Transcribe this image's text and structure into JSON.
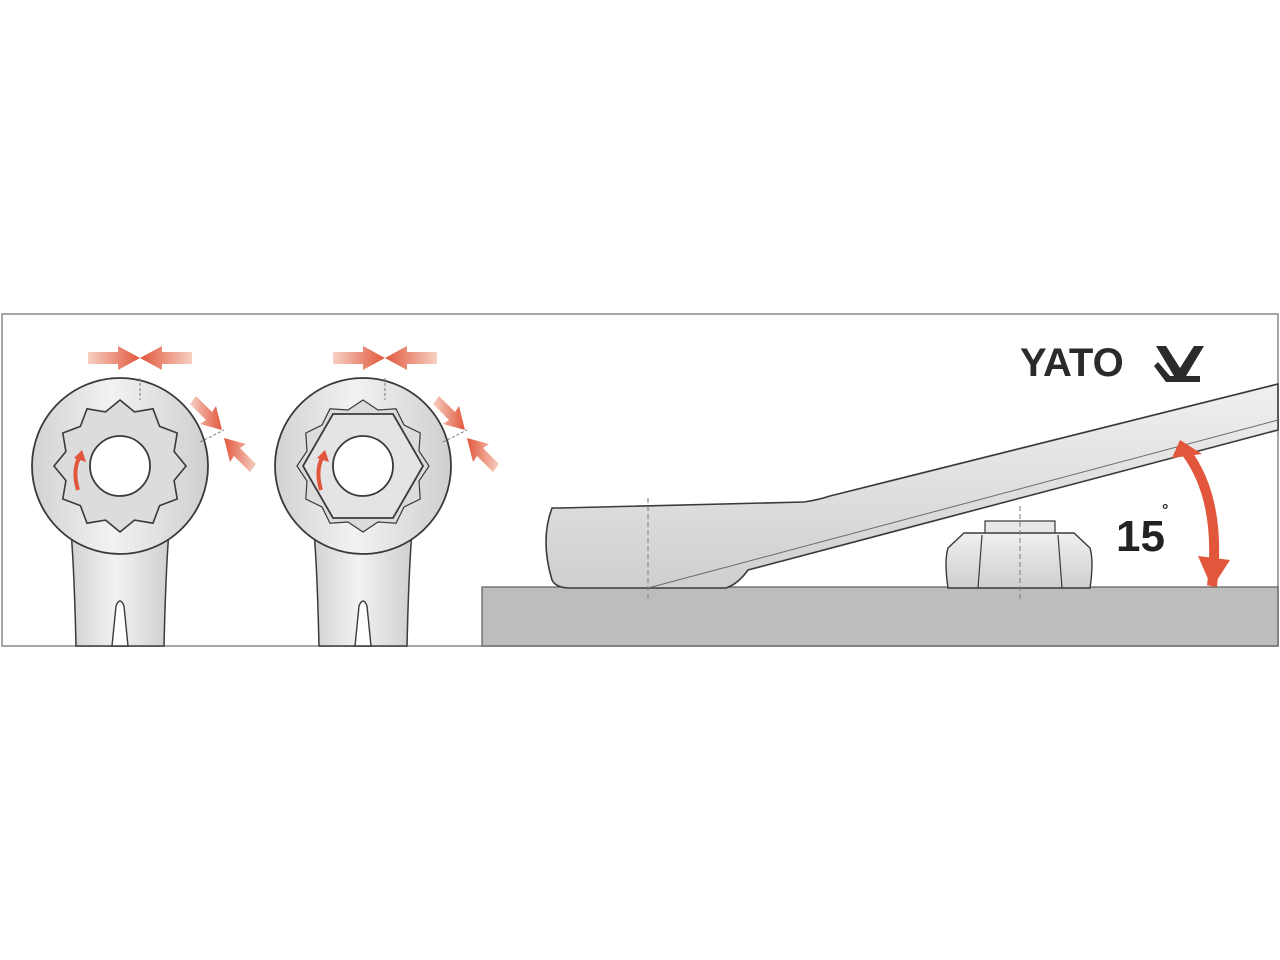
{
  "brand": {
    "name": "YATO",
    "logo_icon": "yato-logo-icon"
  },
  "angle": {
    "value": "15",
    "unit": "°"
  },
  "colors": {
    "steel_light": "#e6e6e6",
    "steel_mid": "#c9c9c9",
    "outline": "#3a3a3a",
    "surface": "#bcbcbc",
    "arrow_red": "#e2573c",
    "arrow_light": "#f5c6b8",
    "brand_dark": "#2b2b2b"
  },
  "figures": [
    {
      "name": "twelve-point-ring",
      "icon": "twelve-point-ring-icon"
    },
    {
      "name": "six-point-ring",
      "icon": "six-point-ring-icon"
    },
    {
      "name": "offset-wrench-side-view",
      "icon": "offset-wrench-icon"
    }
  ]
}
